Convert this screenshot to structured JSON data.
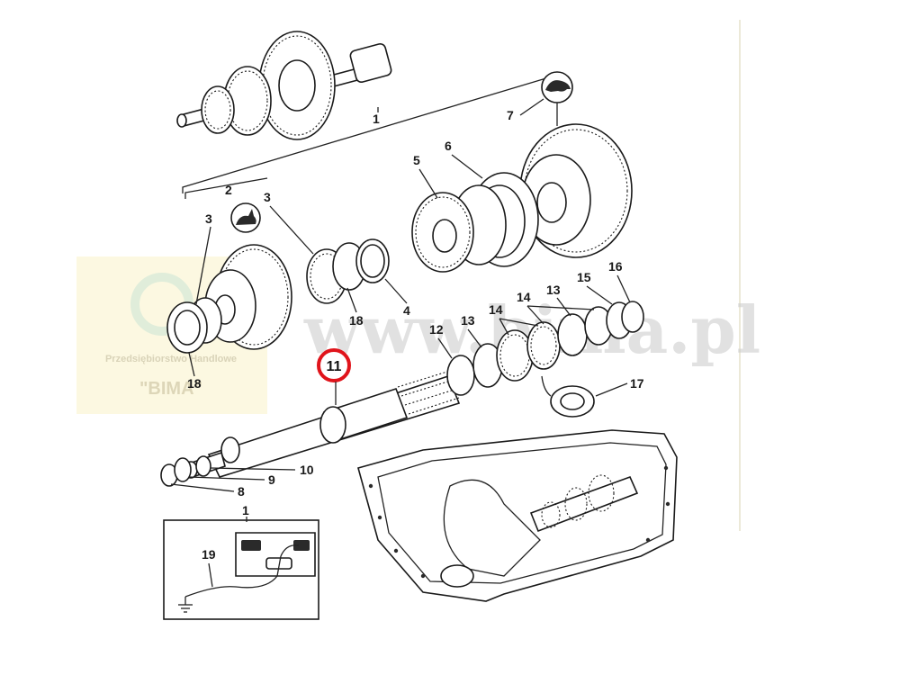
{
  "watermark": {
    "url": "www.bima.pl",
    "company": "Przedsiębiorstwo Handlowe",
    "name": "\"BIMA\""
  },
  "highlight": {
    "label": "11",
    "color": "#e0141b"
  },
  "callouts": {
    "c1_top": "1",
    "c7": "7",
    "c6": "6",
    "c5": "5",
    "c2": "2",
    "c3_left": "3",
    "c3_right": "3",
    "c4": "4",
    "c18_mid": "18",
    "c18_left": "18",
    "c12": "12",
    "c13_a": "13",
    "c13_b": "13",
    "c14_a": "14",
    "c14_b": "14",
    "c15": "15",
    "c16": "16",
    "c17": "17",
    "c10": "10",
    "c9": "9",
    "c8": "8",
    "c1_inset": "1",
    "c19": "19"
  },
  "icons": [
    "tortoise-icon",
    "hare-icon",
    "ground-icon"
  ]
}
